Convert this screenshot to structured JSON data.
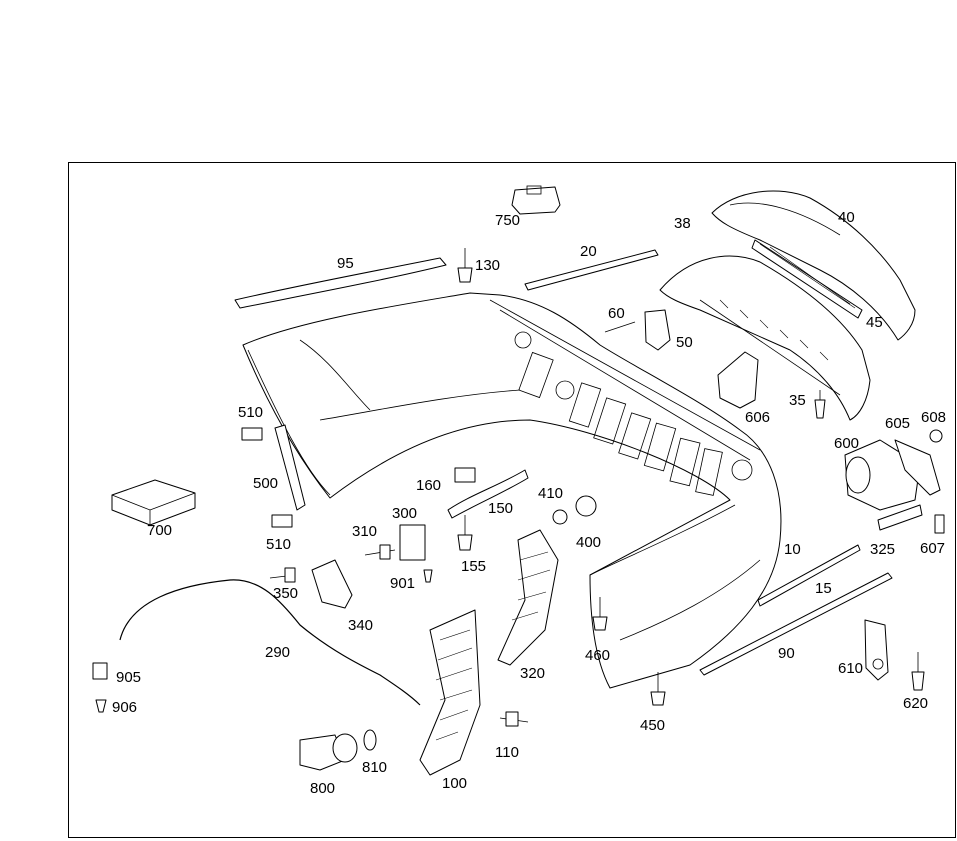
{
  "diagram": {
    "labels": {
      "l10": "10",
      "l15": "15",
      "l20": "20",
      "l35": "35",
      "l38": "38",
      "l40": "40",
      "l45": "45",
      "l50": "50",
      "l60": "60",
      "l90": "90",
      "l95": "95",
      "l100": "100",
      "l110": "110",
      "l130": "130",
      "l150": "150",
      "l155": "155",
      "l160": "160",
      "l290": "290",
      "l300": "300",
      "l310": "310",
      "l320": "320",
      "l325": "325",
      "l340": "340",
      "l350": "350",
      "l400": "400",
      "l410": "410",
      "l450": "450",
      "l460": "460",
      "l500": "500",
      "l510a": "510",
      "l510b": "510",
      "l600": "600",
      "l605": "605",
      "l606": "606",
      "l607": "607",
      "l608": "608",
      "l610": "610",
      "l620": "620",
      "l700": "700",
      "l750": "750",
      "l800": "800",
      "l810": "810",
      "l901": "901",
      "l905": "905",
      "l906": "906"
    }
  }
}
